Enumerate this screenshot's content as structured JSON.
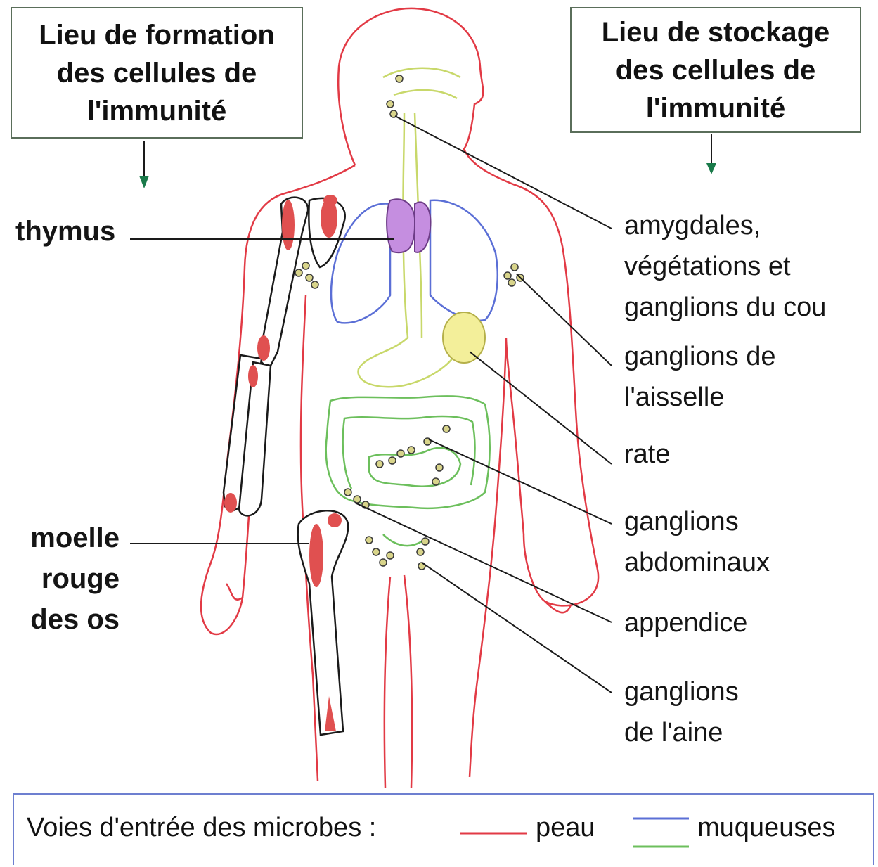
{
  "boxes": {
    "formation": [
      "Lieu de formation",
      "des cellules de",
      "l'immunité"
    ],
    "stockage": [
      "Lieu de stockage",
      "des cellules de",
      "l'immunité"
    ]
  },
  "left_labels": {
    "thymus": "thymus",
    "moelle": [
      "moelle",
      "rouge",
      "des os"
    ]
  },
  "right_labels": {
    "amygdales": [
      "amygdales,",
      "végétations et",
      "ganglions du cou"
    ],
    "aisselle": [
      "ganglions de",
      "l'aisselle"
    ],
    "rate": "rate",
    "abdominaux": [
      "ganglions",
      "abdominaux"
    ],
    "appendice": "appendice",
    "aine": [
      "ganglions",
      "de l'aine"
    ]
  },
  "legend": {
    "title": "Voies d'entrée des microbes :",
    "peau": "peau",
    "muqueuses": "muqueuses"
  },
  "colors": {
    "skin": "#e23a45",
    "mucosa_blue": "#5b6fd6",
    "mucosa_green": "#6cbf5c",
    "thymus": "#c58ee0",
    "marrow": "#e05050",
    "spleen": "#f3ef9a",
    "node": "#d8d48a",
    "leader": "#1a1a1a"
  }
}
